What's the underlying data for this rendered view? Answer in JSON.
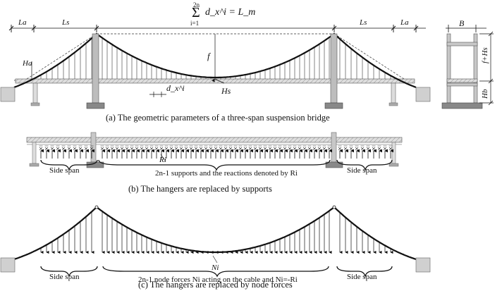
{
  "panel_a": {
    "caption": "(a) The geometric parameters of a three-span suspension bridge",
    "formula": {
      "sum_top": "2n",
      "sum_bottom": "i=1",
      "expr": "d_x^i = L_m"
    },
    "labels": {
      "La_left": "La",
      "Ls_left": "Ls",
      "Ls_right": "Ls",
      "La_right": "La",
      "Ha": "Ha",
      "f": "f",
      "Hs": "Hs",
      "dx": "d_x^i",
      "B": "B",
      "f_plus_Hs": "f+Hs",
      "Hb": "Hb"
    }
  },
  "panel_b": {
    "caption": "(b) The hangers are replaced by supports",
    "Ri": "Ri",
    "side_span_left": "Side span",
    "middle_label": "2n-1 supports and the reactions denoted by Ri",
    "side_span_right": "Side span"
  },
  "panel_c": {
    "caption": "(c) The hangers are replaced by node forces",
    "Ni": "Ni",
    "side_span_left": "Side span",
    "middle_label": "2n-1 node forces Ni acting on the cable and Ni=-Ri",
    "side_span_right": "Side span"
  }
}
